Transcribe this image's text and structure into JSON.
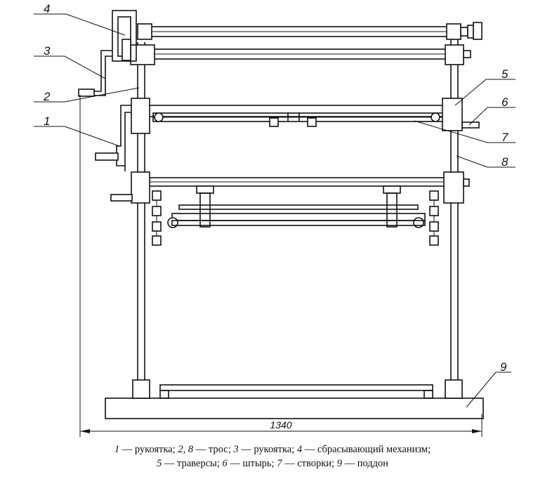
{
  "callouts": [
    {
      "id": "c4",
      "num": "4"
    },
    {
      "id": "c3",
      "num": "3"
    },
    {
      "id": "c2",
      "num": "2"
    },
    {
      "id": "c1",
      "num": "1"
    },
    {
      "id": "c5",
      "num": "5"
    },
    {
      "id": "c6",
      "num": "6"
    },
    {
      "id": "c7",
      "num": "7"
    },
    {
      "id": "c8",
      "num": "8"
    },
    {
      "id": "c9",
      "num": "9"
    }
  ],
  "dimension": {
    "width_label": "1340"
  },
  "caption": {
    "line1": [
      {
        "n": "1",
        "t": " — рукоятка; "
      },
      {
        "n": "2, 8",
        "t": " — трос; "
      },
      {
        "n": "3",
        "t": " — рукоятка; "
      },
      {
        "n": "4",
        "t": " — сбрасывающий механизм;"
      }
    ],
    "line2": [
      {
        "n": "5",
        "t": " — траверсы; "
      },
      {
        "n": "6",
        "t": " — штырь; "
      },
      {
        "n": "7",
        "t": " — створки; "
      },
      {
        "n": "9",
        "t": " — поддон"
      }
    ]
  }
}
